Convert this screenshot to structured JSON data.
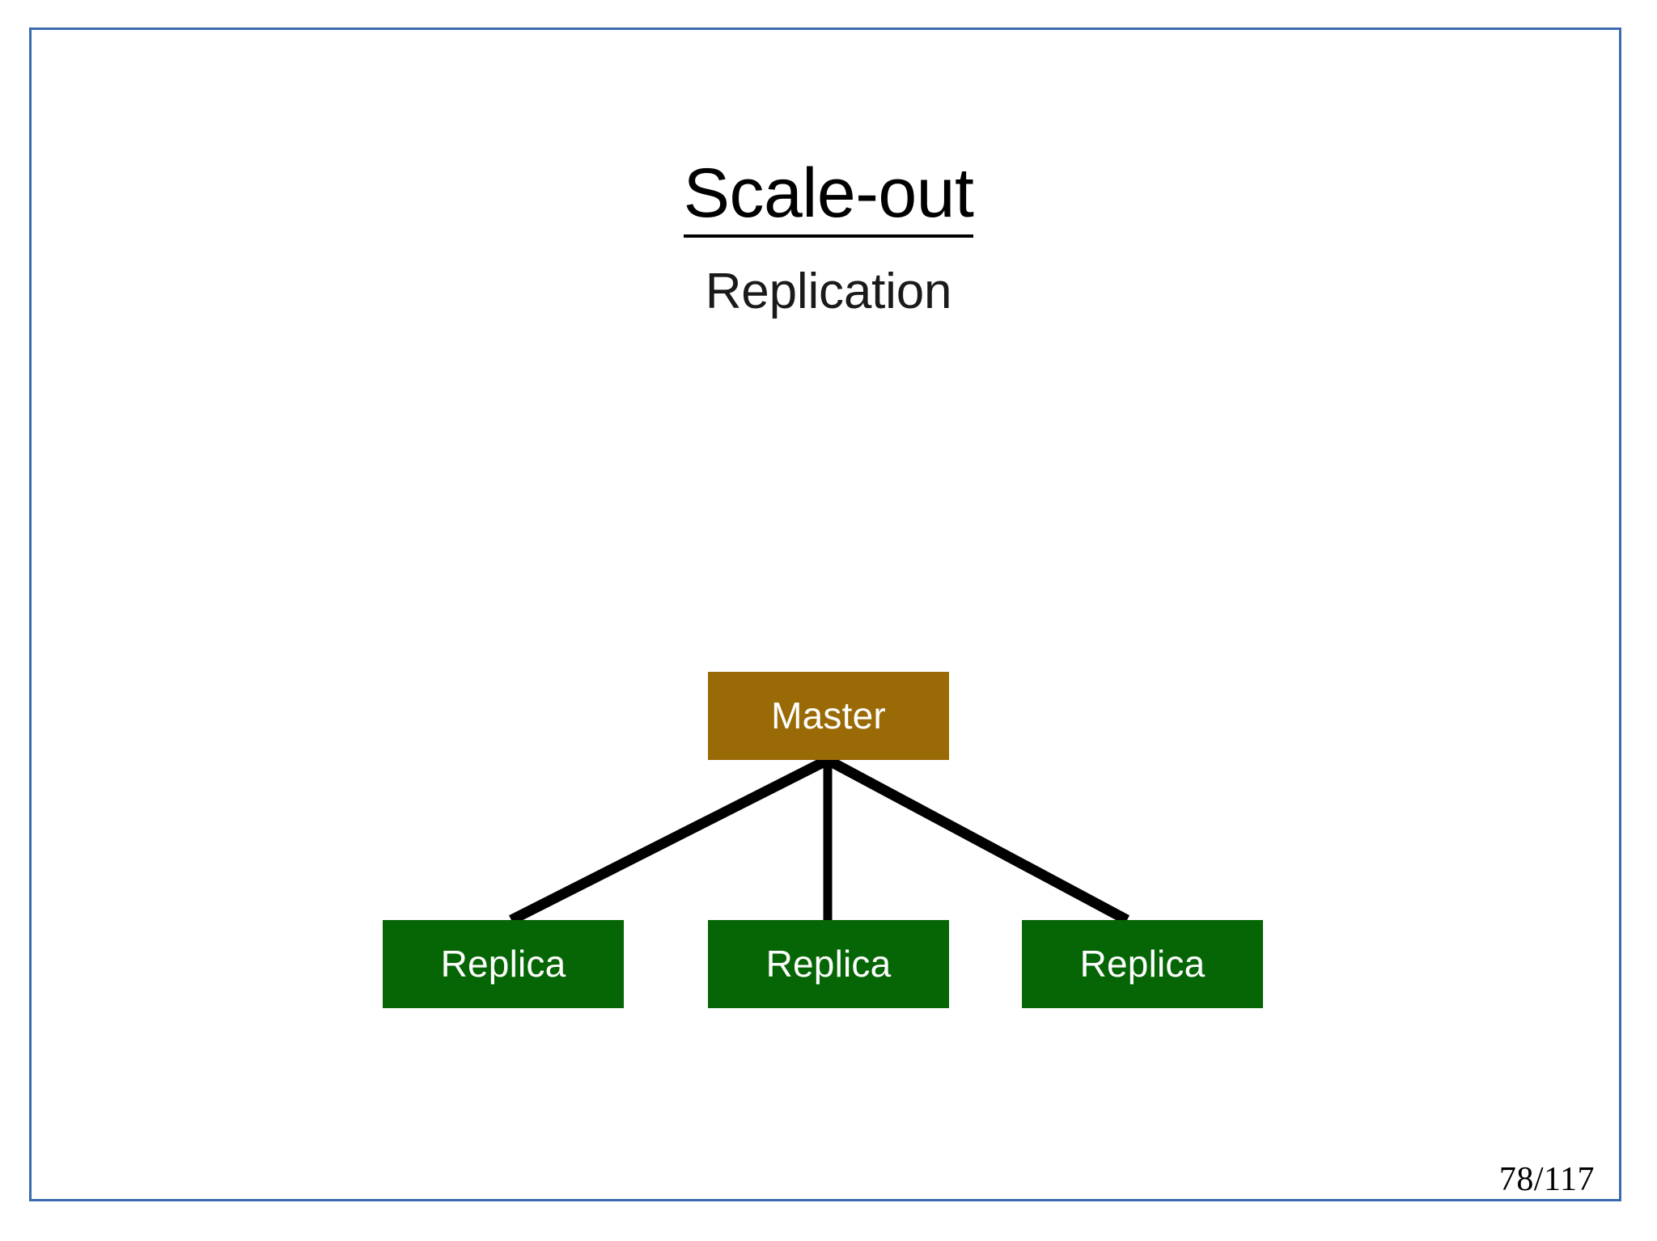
{
  "slide": {
    "title": "Scale-out",
    "subtitle": "Replication",
    "page_number": "78/117",
    "frame_color": "#3A6BAF",
    "background_color": "#FFFFFF"
  },
  "diagram": {
    "type": "tree",
    "master": {
      "label": "Master",
      "fill": "#9A6A06",
      "text_color": "#FFFFFF"
    },
    "replicas": [
      {
        "label": "Replica",
        "fill": "#066606",
        "text_color": "#FFFFFF"
      },
      {
        "label": "Replica",
        "fill": "#066606",
        "text_color": "#FFFFFF"
      },
      {
        "label": "Replica",
        "fill": "#066606",
        "text_color": "#FFFFFF"
      }
    ],
    "connector_color": "#000000",
    "connector_count": 3
  }
}
